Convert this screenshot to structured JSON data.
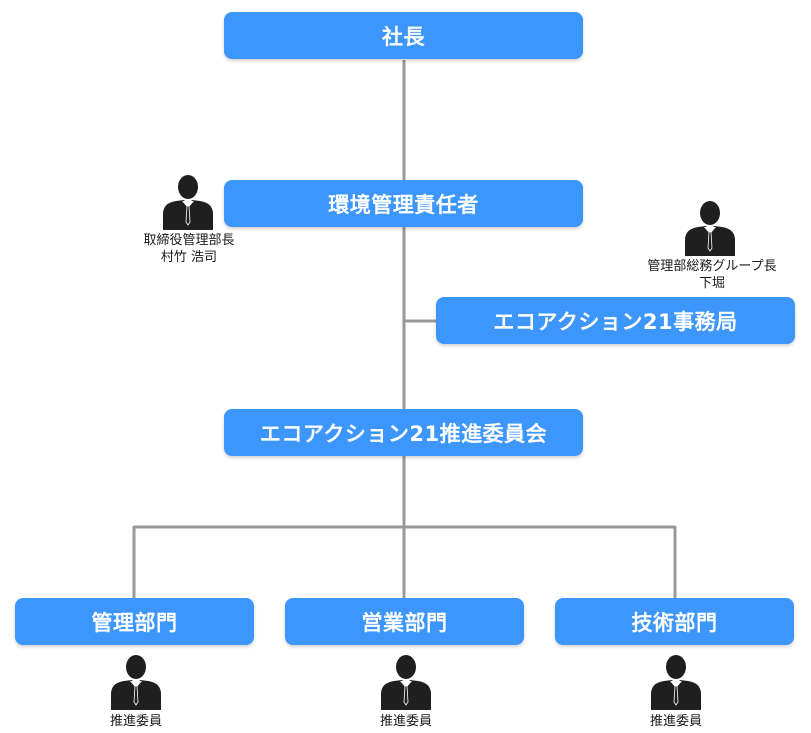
{
  "boxes": {
    "president": "社長",
    "env_manager": "環境管理責任者",
    "secretariat": "エコアクション21事務局",
    "committee": "エコアクション21推進委員会",
    "dept_admin": "管理部門",
    "dept_sales": "営業部門",
    "dept_tech": "技術部門"
  },
  "people": {
    "env_manager": {
      "title": "取締役管理部長",
      "name": "村竹 浩司"
    },
    "secretariat": {
      "title": "管理部総務グループ長",
      "name": "下堀"
    },
    "dept_admin": {
      "title": "推進委員"
    },
    "dept_sales": {
      "title": "推進委員"
    },
    "dept_tech": {
      "title": "推進委員"
    }
  },
  "colors": {
    "box": "#3d96fb",
    "line": "#999999",
    "person": "#1f1f1f"
  }
}
